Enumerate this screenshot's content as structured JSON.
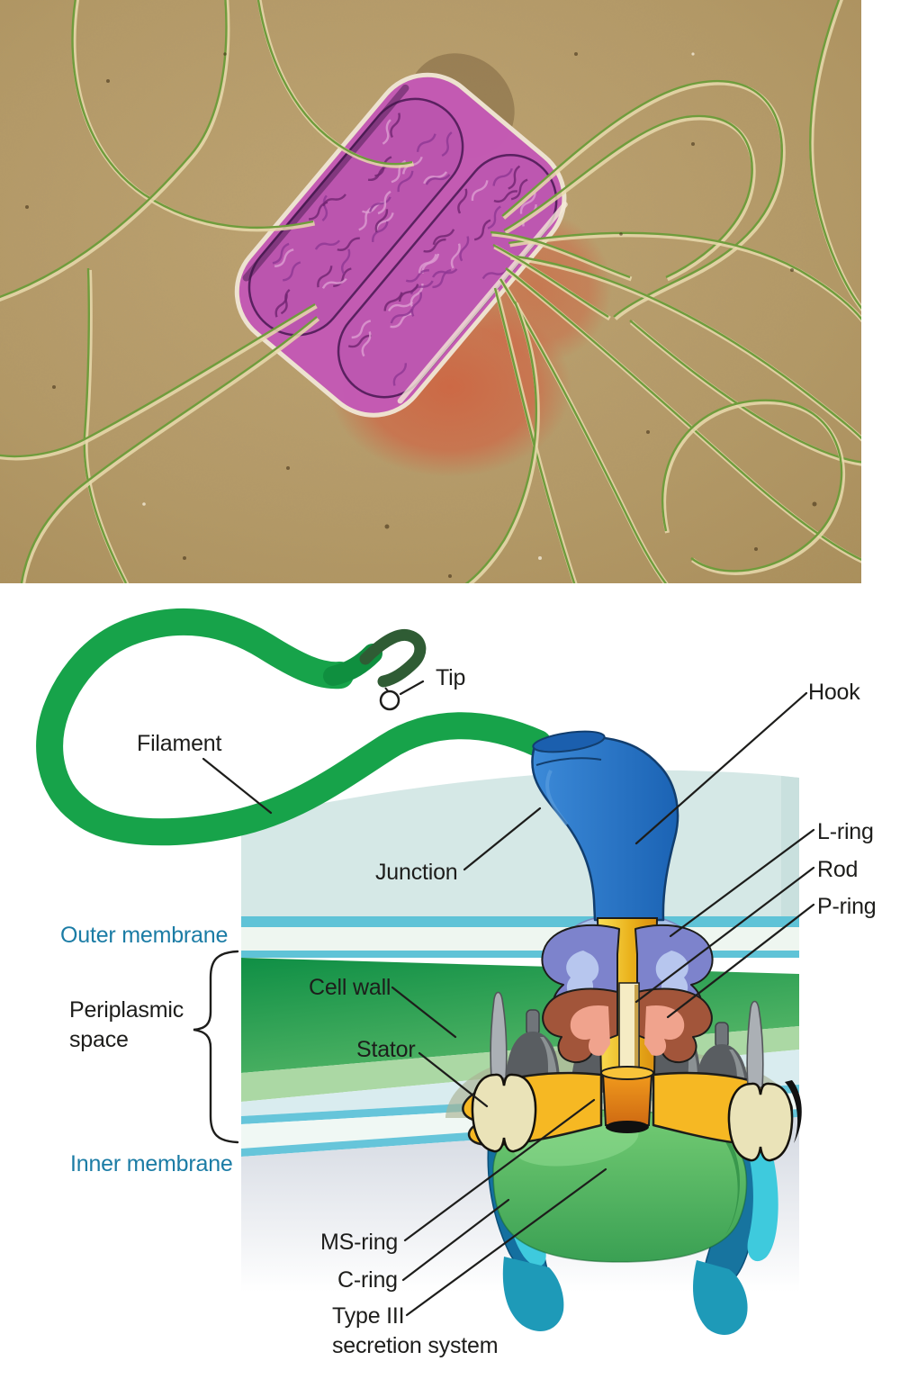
{
  "diagram": {
    "labels": {
      "tip": "Tip",
      "filament": "Filament",
      "hook": "Hook",
      "junction": "Junction",
      "l_ring": "L-ring",
      "rod": "Rod",
      "p_ring": "P-ring",
      "outer_membrane": "Outer membrane",
      "periplasmic_space": [
        "Periplasmic",
        "space"
      ],
      "cell_wall": "Cell wall",
      "stator": "Stator",
      "inner_membrane": "Inner membrane",
      "ms_ring": "MS-ring",
      "c_ring": "C-ring",
      "type_iii_secretion_system": [
        "Type III",
        "secretion system"
      ]
    },
    "label_colors": {
      "membrane_labels": "#1b7ca5",
      "default": "#1d1d1b"
    },
    "structure_colors": {
      "filament": "#17a34a",
      "filament_tip": "#2f5c34",
      "hook": "#2277cc",
      "rod": "#f3c82e",
      "l_ring": "#7d83cc",
      "p_ring_outer": "#a2553a",
      "p_ring_inner": "#f0a38d",
      "ms_ring": "#f6b823",
      "c_ring": "#1e8fb0",
      "type_iii_dome": "#4fba5e",
      "stator": "#eae3b8",
      "outer_membrane_stripe": "#5fc3d7",
      "cell_wall": "#2aa455",
      "inner_membrane_stripe": "#66c5da",
      "cytoplasm": "#dfe3e9"
    }
  },
  "micrograph": {
    "colors": {
      "background": "#b59a67",
      "bacteria": "#c45ab4",
      "flagella": "#6f9c3c",
      "stain_patch": "#cc6a48"
    }
  }
}
